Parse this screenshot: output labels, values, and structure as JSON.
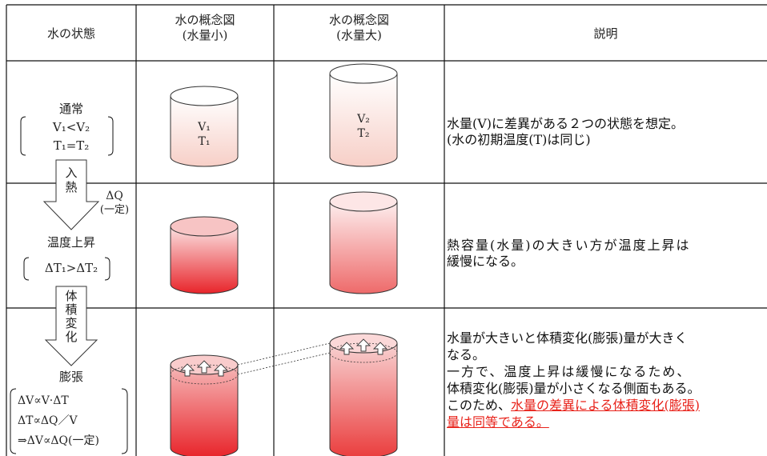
{
  "header": {
    "col1": "水の状態",
    "col2_line1": "水の概念図",
    "col2_line2": "(水量小)",
    "col3_line1": "水の概念図",
    "col3_line2": "(水量大)",
    "col4": "説明"
  },
  "rows": [
    {
      "state_title": "通常",
      "cond_line1": "V₁<V₂",
      "cond_line2": "T₁=T₂",
      "small_v": "V₁",
      "small_t": "T₁",
      "large_v": "V₂",
      "large_t": "T₂",
      "desc_line1": "水量(V)に差異がある２つの状態を想定。",
      "desc_line2": "(水の初期温度(T)は同じ)"
    },
    {
      "arrow_text": [
        "入",
        "熱"
      ],
      "delta_q": "ΔQ",
      "delta_q_note": "(一定)",
      "state_title": "温度上昇",
      "cond_line1": "ΔT₁>ΔT₂",
      "desc_line1": "熱容量(水量)の大きい方が温度上昇は",
      "desc_line2": "緩慢になる。"
    },
    {
      "arrow_text": [
        "体",
        "積",
        "変",
        "化"
      ],
      "state_title": "膨張",
      "cond_line1": "ΔV∝V·ΔT",
      "cond_line2": "ΔT∝ΔQ／V",
      "cond_line3": "⇒ΔV∝ΔQ(一定)",
      "desc_line1": "水量が大きいと体積変化(膨張)量が大きく",
      "desc_line2": "なる。",
      "desc_line3": "一方で、温度上昇は緩慢になるため、",
      "desc_line4": "体積変化(膨張)量が小さくなる側面もある。",
      "desc_line5_plain": "このため、",
      "desc_line5_red": "水量の差異による体積変化(膨張)",
      "desc_line6_red": "量は同等である。"
    }
  ],
  "colors": {
    "water_pale": "#f9d9d2",
    "water_mid": "#f08a82",
    "water_deep": "#e8242a",
    "highlight_red": "#e8221a"
  }
}
